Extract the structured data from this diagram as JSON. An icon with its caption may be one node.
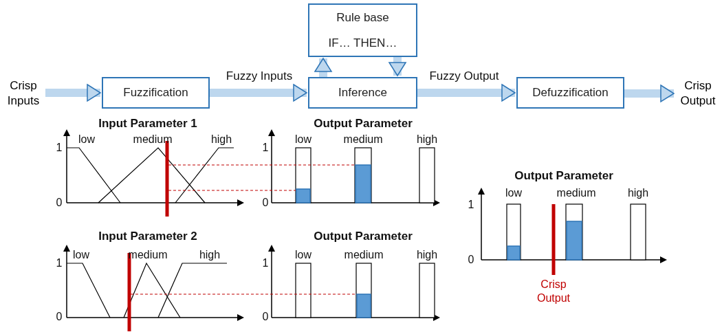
{
  "diagram": {
    "nodes": [
      {
        "text": [
          "Crisp Inputs"
        ]
      },
      {
        "text": [
          "Fuzzification"
        ]
      },
      {
        "text": [
          "Rule base",
          "IF… THEN…"
        ]
      },
      {
        "text": [
          "Inference"
        ]
      },
      {
        "text": [
          "Defuzzification"
        ]
      },
      {
        "text": [
          "Crisp Output"
        ]
      }
    ],
    "edges": [
      {
        "from": 0,
        "to": 1,
        "arrow": "to"
      },
      {
        "from": 1,
        "to": 3,
        "arrow": "to",
        "label": "Fuzzy Inputs"
      },
      {
        "from": 3,
        "to": 2,
        "arrow": "to"
      },
      {
        "from": 2,
        "to": 3,
        "arrow": "to"
      },
      {
        "from": 3,
        "to": 4,
        "arrow": "to",
        "label": "Fuzzy Output"
      },
      {
        "from": 4,
        "to": 5,
        "arrow": "to"
      }
    ],
    "labels": [
      "Input Parameter 1",
      "low",
      "medium",
      "high",
      "1",
      "0",
      "Output Parameter",
      "low",
      "medium",
      "high",
      "1",
      "0",
      "Output Parameter",
      "low",
      "medium",
      "high",
      "1",
      "0",
      "Crisp Output",
      "Input Parameter 2",
      "low",
      "medium",
      "high",
      "1",
      "0",
      "Output Parameter",
      "low",
      "medium",
      "high",
      "1",
      "0"
    ]
  }
}
